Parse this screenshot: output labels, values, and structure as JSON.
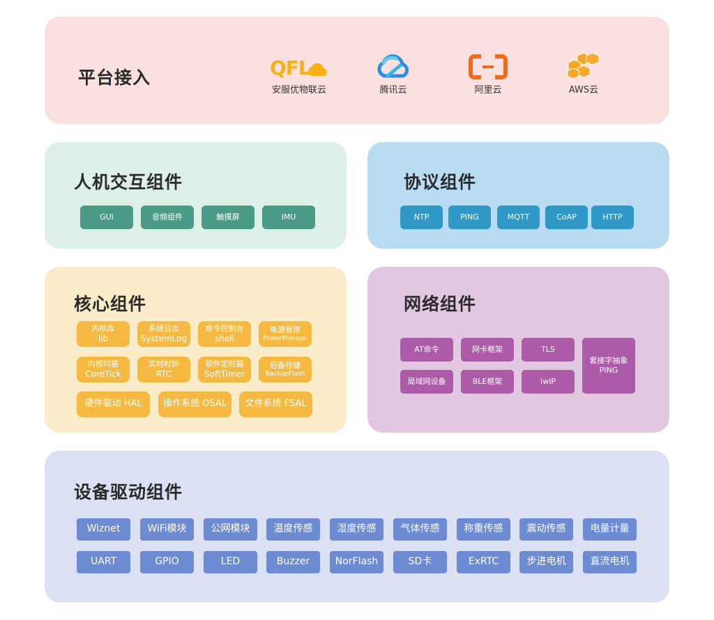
{
  "platform": {
    "title": "平台接入",
    "clouds": [
      {
        "name": "安服优物联云",
        "logo_text": "QFL",
        "icon": "aflu-cloud-logo",
        "color": "#f5b117"
      },
      {
        "name": "腾讯云",
        "icon": "tencent-cloud-logo",
        "color": "#2a8fe0"
      },
      {
        "name": "阿里云",
        "icon": "aliyun-logo",
        "color": "#f26b1d"
      },
      {
        "name": "AWS云",
        "icon": "aws-cubes-logo",
        "color": "#f5a623"
      }
    ]
  },
  "hmi": {
    "title": "人机交互组件",
    "items": [
      "GUI",
      "音频组件",
      "触摸屏",
      "IMU"
    ]
  },
  "protocol": {
    "title": "协议组件",
    "items": [
      "NTP",
      "PING",
      "MQTT",
      "CoAP",
      "HTTP"
    ]
  },
  "core": {
    "title": "核心组件",
    "items": [
      {
        "cn": "内核库",
        "en": "lib"
      },
      {
        "cn": "系统日志",
        "en": "SystemLog"
      },
      {
        "cn": "命令控制台",
        "en": "shell"
      },
      {
        "cn": "电源管理",
        "en": "PowerManage"
      },
      {
        "cn": "内核时基",
        "en": "CoreTick"
      },
      {
        "cn": "实时时钟",
        "en": "RTC"
      },
      {
        "cn": "软件定时器",
        "en": "SoftTimer"
      },
      {
        "cn": "后备存储",
        "en": "BackupFlash"
      }
    ],
    "wide_items": [
      "硬件驱动 HAL",
      "操作系统 OSAL",
      "文件系统 FSAL"
    ]
  },
  "network": {
    "title": "网络组件",
    "items": [
      "AT命令",
      "网卡框架",
      "TLS",
      "局域网设备",
      "BLE框架",
      "lwIP"
    ],
    "tall_item": {
      "line1": "套接字抽象",
      "line2": "PING"
    }
  },
  "driver": {
    "title": "设备驱动组件",
    "row1": [
      "Wiznet",
      "WiFi模块",
      "公网模块",
      "温度传感",
      "湿度传感",
      "气体传感",
      "称重传感",
      "震动传感",
      "电量计量"
    ],
    "row2": [
      "UART",
      "GPIO",
      "LED",
      "Buzzer",
      "NorFlash",
      "SD卡",
      "ExRTC",
      "步进电机",
      "直流电机"
    ]
  },
  "colors": {
    "platform_bg": "#fbe0e0",
    "hmi_bg": "#dcefe9",
    "hmi_chip": "#4a9a88",
    "protocol_bg": "#b9dcf3",
    "protocol_chip": "#3199c8",
    "core_bg": "#fbecc9",
    "core_chip": "#f5b942",
    "network_bg": "#e2c7e1",
    "network_chip": "#ad5aa8",
    "driver_bg": "#dbe1f3",
    "driver_chip": "#6c8bd3"
  }
}
